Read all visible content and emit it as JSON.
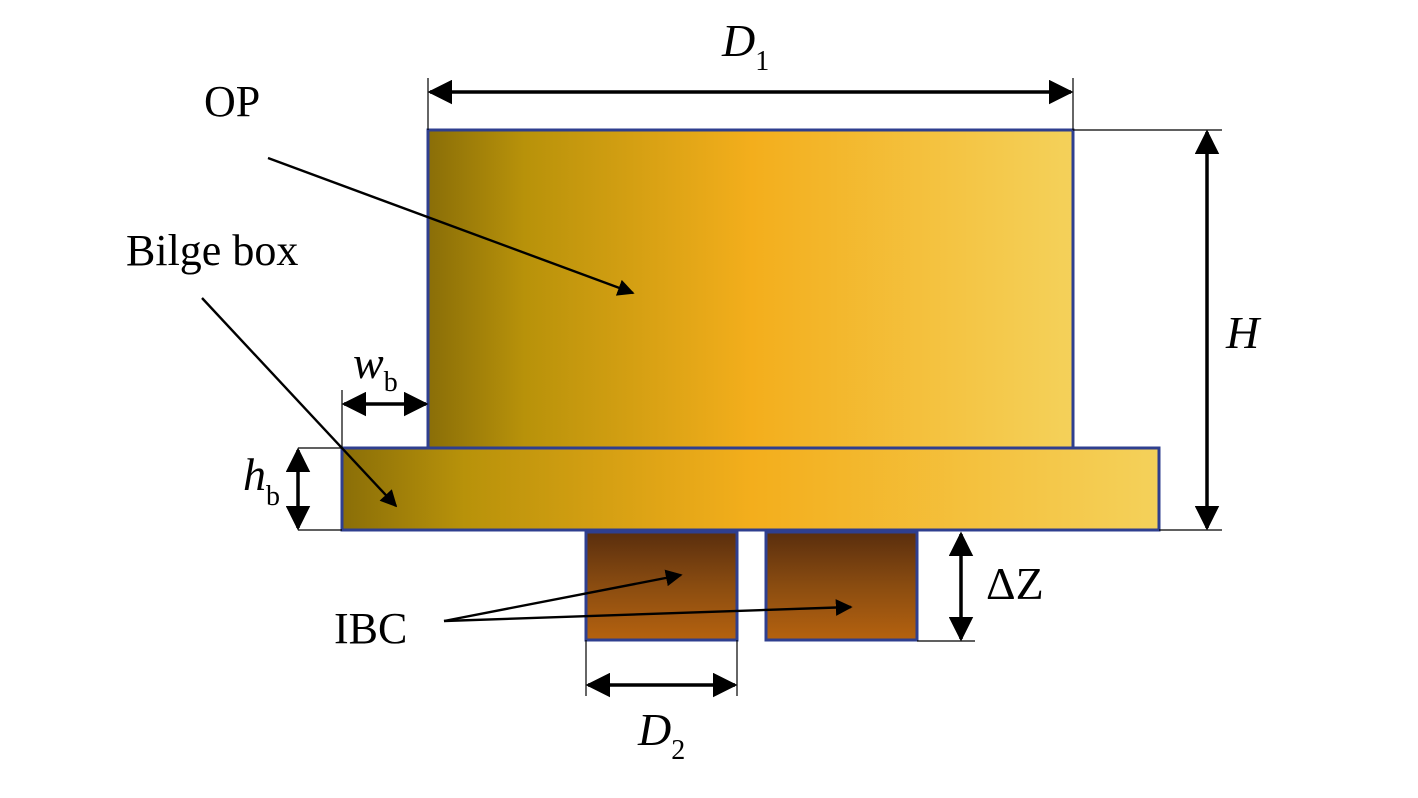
{
  "labels": {
    "op": "OP",
    "bilge_box": "Bilge box",
    "ibc": "IBC"
  },
  "dimensions": {
    "d1_main": "D",
    "d1_sub": "1",
    "d2_main": "D",
    "d2_sub": "2",
    "h_total": "H",
    "wb_main": "w",
    "wb_sub": "b",
    "hb_main": "h",
    "hb_sub": "b",
    "delta_z": "ΔZ"
  },
  "colors": {
    "outline": "#2f3f8f",
    "op_dark": "#8a6e08",
    "op_mid": "#f3ae1c",
    "op_light": "#f4d15a",
    "ibc_top": "#5a2e0e",
    "ibc_bottom": "#b5620f"
  }
}
